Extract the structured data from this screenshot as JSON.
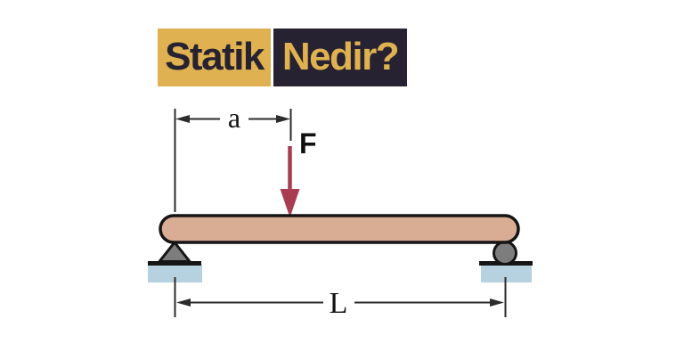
{
  "title": {
    "left_text": "Statik",
    "right_text": "Nedir?"
  },
  "diagram": {
    "dimension_a_label": "a",
    "force_label": "F",
    "dimension_length_label": "L"
  },
  "colors": {
    "background": "#ffffff",
    "banner_gold": "#dfb150",
    "banner_dark": "#262231",
    "banner_text_on_gold": "#262231",
    "banner_text_on_dark": "#dfb150",
    "beam_fill": "#d9ad94",
    "outline": "#151515",
    "force_arrow": "#a93c50",
    "support_gray": "#7d7d7d",
    "ground_blue": "#b6d1df",
    "dimension_line": "#2b2b2b",
    "label_text": "#111111"
  }
}
